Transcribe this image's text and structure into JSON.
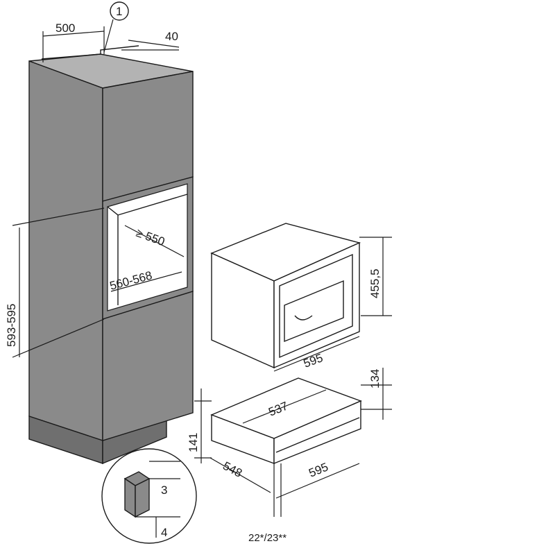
{
  "dimensions": {
    "cabinet_depth": "500",
    "gap_top": "40",
    "niche_depth": "≥ 550",
    "niche_width": "560-568",
    "niche_height": "593-595",
    "machine_height": "455,5",
    "machine_width": "595",
    "drawer_inner_width": "537",
    "drawer_height": "134",
    "drawer_front_height": "141",
    "drawer_depth": "548",
    "drawer_width": "595",
    "drawer_front_offset": "22*/23**",
    "detail_gap_a": "3",
    "detail_gap_b": "4"
  },
  "callouts": {
    "callout_1": "1"
  },
  "colors": {
    "cabinet": "#8a8a8a",
    "cabinet_dark": "#6f6f6f",
    "cabinet_light": "#b3b3b3",
    "line": "#1a1a1a"
  }
}
